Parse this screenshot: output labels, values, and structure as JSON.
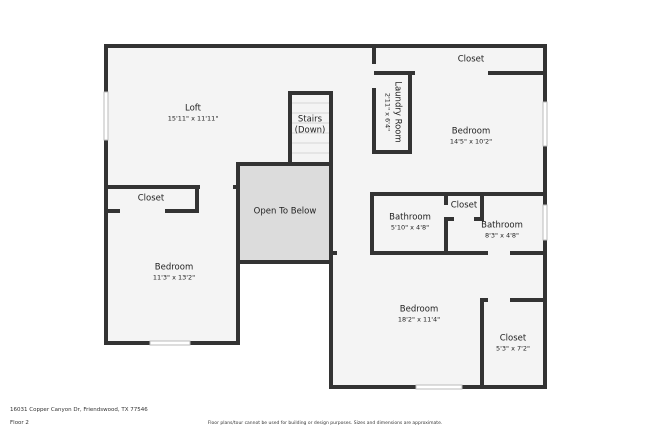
{
  "address": "16031 Copper Canyon Dr, Friendswood, TX 77546",
  "floor": "Floor 2",
  "disclaimer": "Floor plans/tour cannot be used for building or design purposes. Sizes and dimensions are approximate.",
  "colors": {
    "wall": "#333333",
    "floor": "#f4f4f4",
    "open_to_below": "#dcdcdc"
  },
  "rooms": {
    "loft": {
      "name": "Loft",
      "dim": "15'11\" x 11'11\""
    },
    "stairs": {
      "name": "Stairs (Down)"
    },
    "closet_top": {
      "name": "Closet"
    },
    "laundry": {
      "name": "Laundry Room",
      "dim": "2'11\" x 6'4\""
    },
    "bedroom_ne": {
      "name": "Bedroom",
      "dim": "14'5\" x 10'2\""
    },
    "closet_left": {
      "name": "Closet"
    },
    "open_below": {
      "name": "Open To Below"
    },
    "bedroom_w": {
      "name": "Bedroom",
      "dim": "11'3\" x 13'2\""
    },
    "bathroom1": {
      "name": "Bathroom",
      "dim": "5'10\" x 4'8\""
    },
    "closet_small": {
      "name": "Closet"
    },
    "bathroom2": {
      "name": "Bathroom",
      "dim": "8'3\" x 4'8\""
    },
    "bedroom_s": {
      "name": "Bedroom",
      "dim": "18'2\" x 11'4\""
    },
    "closet_se": {
      "name": "Closet",
      "dim": "5'3\" x 7'2\""
    }
  }
}
